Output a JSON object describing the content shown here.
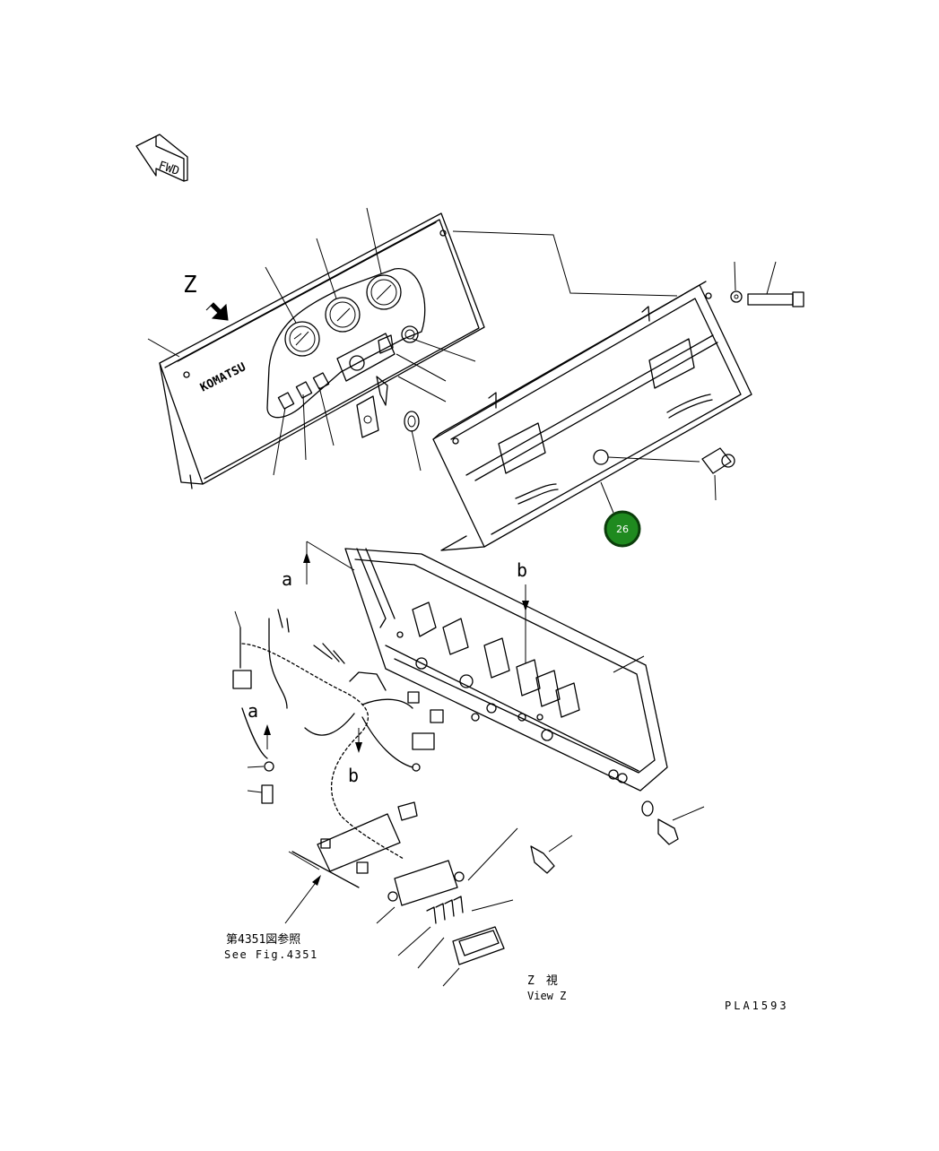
{
  "direction_badge": {
    "text": "FWD"
  },
  "view_marker": {
    "text": "Z"
  },
  "arrow_labels": {
    "a_upper": "a",
    "a_lower": "a",
    "b_upper": "b",
    "b_lower": "b"
  },
  "panel_logo": {
    "text": "KOMATSU"
  },
  "callout": {
    "number": "26",
    "color": "#1f8a1f"
  },
  "see_reference": {
    "jp": "第4351図参照",
    "en": "See Fig.4351"
  },
  "view_caption": {
    "jp": "Z　視",
    "en": "View Z"
  },
  "drawing_code": "PLA1593"
}
